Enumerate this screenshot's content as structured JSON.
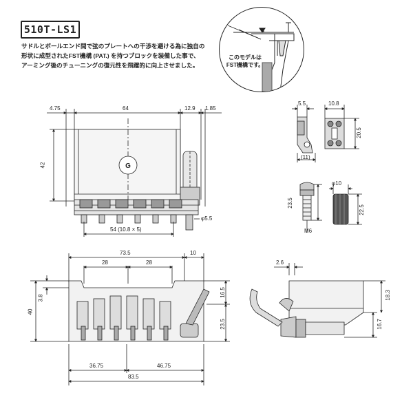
{
  "model": "510T-LS1",
  "description": [
    "サドルとボールエンド間で弦のプレートへの干渉を避ける為に独自の",
    "形状に成型されたFST機構 (PAT.) を持つブロックを装備した事で、",
    "アーミング後のチューニングの復元性を飛躍的に向上させました。"
  ],
  "inset_note": [
    "このモデルは",
    "FST機構です。"
  ],
  "dimensions": {
    "top_view": {
      "w_4_75": "4.75",
      "w_64": "64",
      "w_12_9": "12.9",
      "w_1_85": "1.85",
      "h_42": "42",
      "spacing": "54 (10.8 × 5)",
      "dia_5_5": "φ5.5"
    },
    "saddle": {
      "w_5_5": "5.5",
      "w_10_8": "10.8",
      "h_20_5": "20.5",
      "w_11": "(11)"
    },
    "parts": {
      "h_23_5": "23.5",
      "m6": "M6",
      "dia_10": "φ10",
      "h_22_5": "22.5"
    },
    "bottom_view": {
      "w_73_5": "73.5",
      "w_10": "10",
      "w_28a": "28",
      "w_28b": "28",
      "h_3_8": "3.8",
      "h_40": "40",
      "h_16_5": "16.5",
      "h_23_5": "23.5",
      "w_36_75": "36.75",
      "w_46_75": "46.75",
      "w_83_5": "83.5"
    },
    "side_view": {
      "w_2_6": "2.6",
      "h_18_3": "18.3",
      "h_16_7": "16.7"
    }
  }
}
